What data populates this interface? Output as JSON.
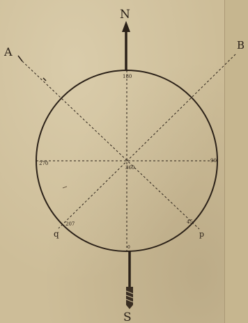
{
  "diagram": {
    "north_label": "N",
    "south_label": "S",
    "line_a_label": "A",
    "line_b_label": "B",
    "top_degree": "180",
    "right_degree": "90",
    "left_degree": "270",
    "center_degree": "360",
    "lower_left_degree": "207",
    "lower_right_degree": "45",
    "bottom_degree": "0",
    "lower_left_letter": "q",
    "lower_right_letter": "p"
  },
  "colors": {
    "ink": "#2b2118",
    "paper": "#cdbd98"
  }
}
